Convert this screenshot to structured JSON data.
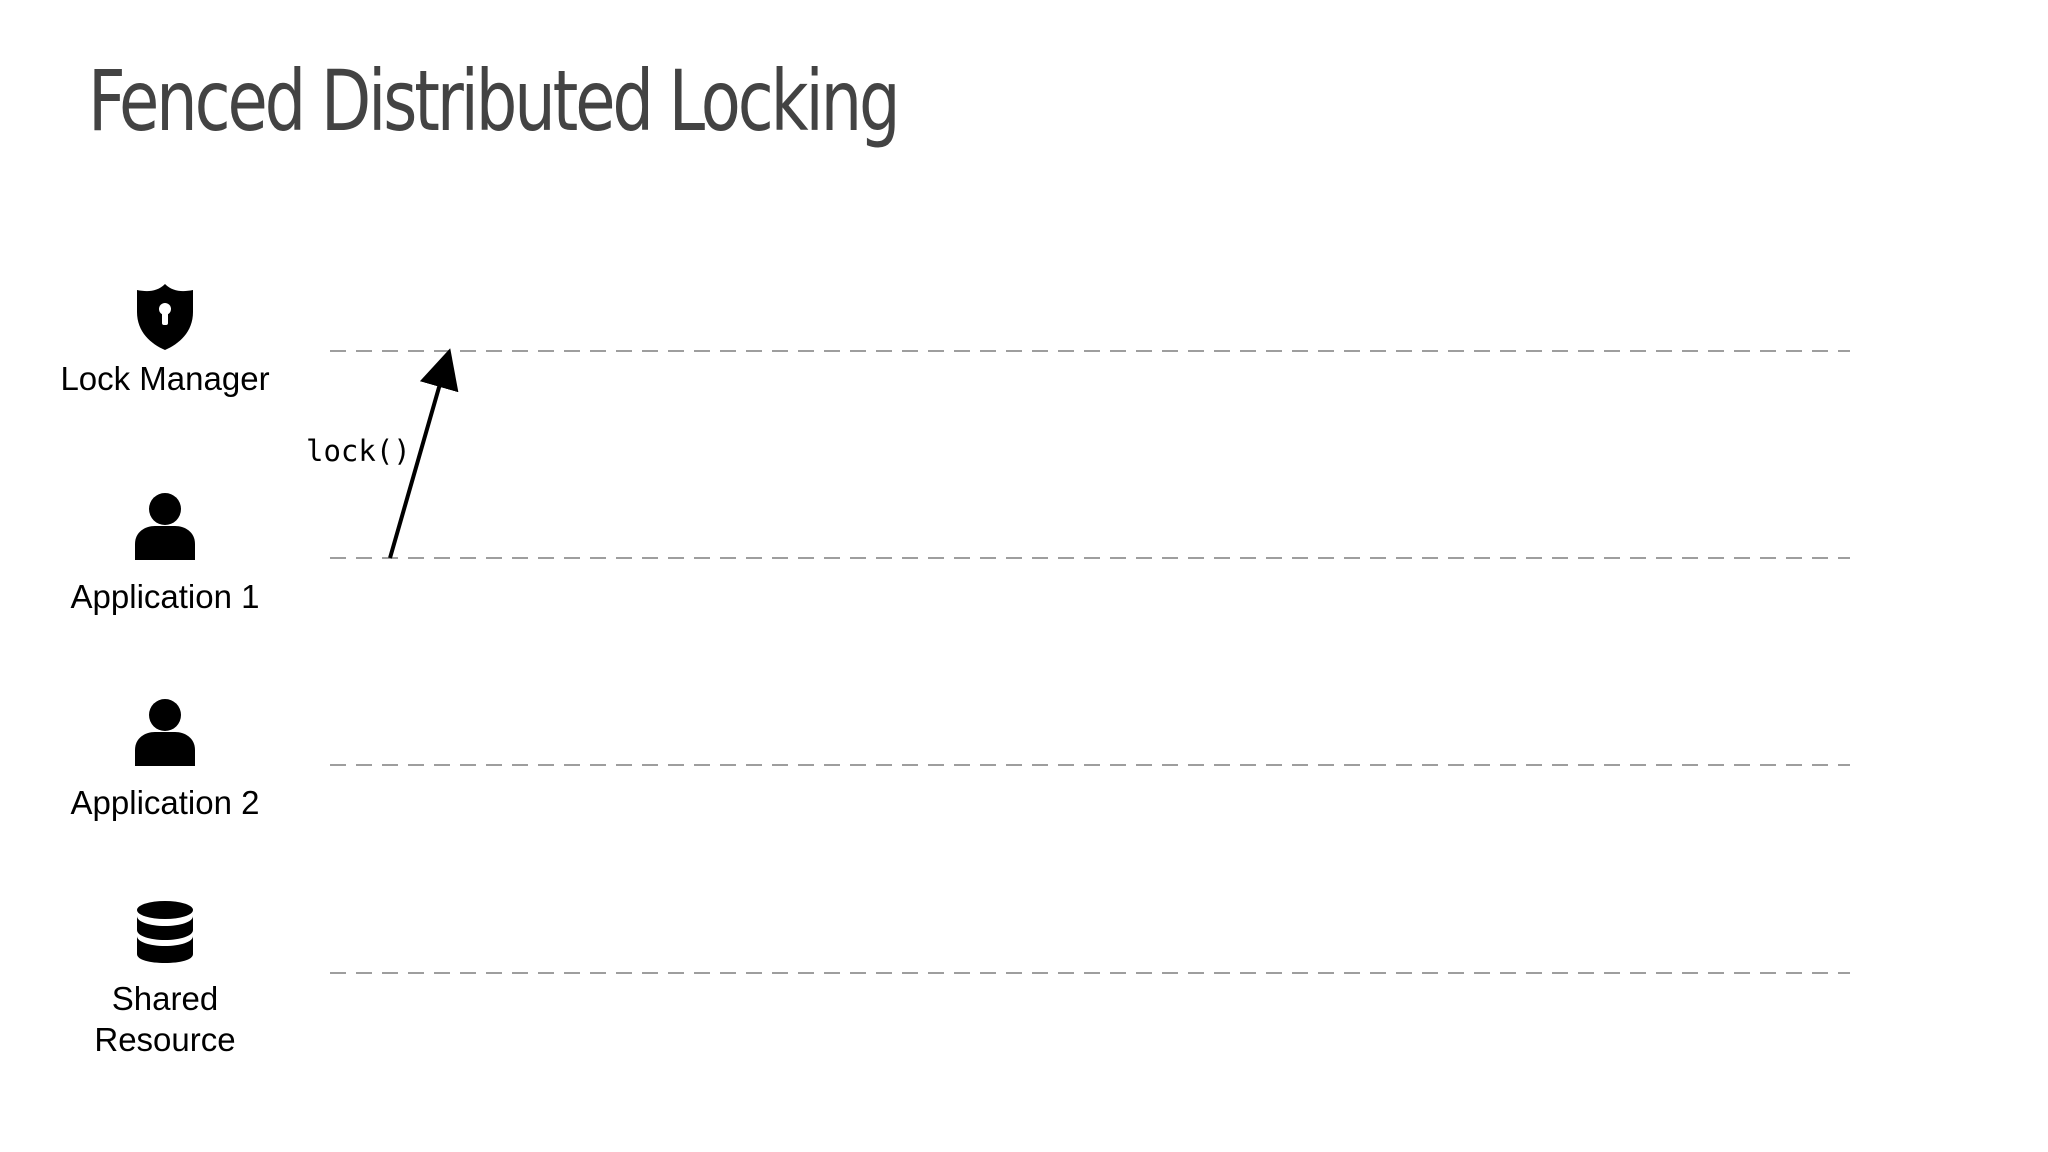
{
  "slide": {
    "title": "Fenced Distributed Locking"
  },
  "actors": [
    {
      "id": "lock-manager",
      "label": "Lock Manager",
      "icon": "shield-keyhole-icon"
    },
    {
      "id": "app1",
      "label": "Application 1",
      "icon": "user-icon"
    },
    {
      "id": "app2",
      "label": "Application 2",
      "icon": "user-icon"
    },
    {
      "id": "shared",
      "label": "Shared\nResource",
      "icon": "database-icon"
    }
  ],
  "messages": [
    {
      "label": "lock()",
      "from": "app1",
      "to": "lock-manager"
    }
  ],
  "colors": {
    "title": "#434343",
    "timeline": "#9e9e9e",
    "icon": "#000000",
    "arrow": "#000000"
  }
}
